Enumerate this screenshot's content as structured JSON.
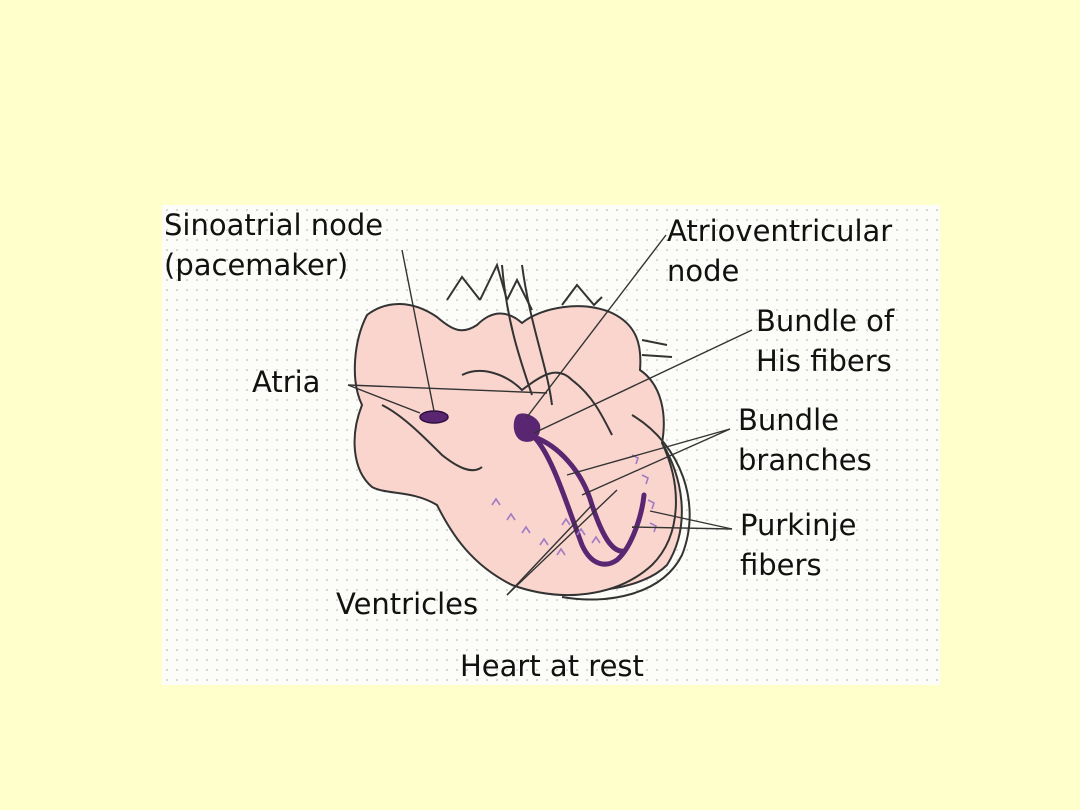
{
  "diagram": {
    "labels": {
      "sa_node_line1": "Sinoatrial node",
      "sa_node_line2": "(pacemaker)",
      "av_node_line1": "Atrioventricular",
      "av_node_line2": "node",
      "bundle_his_line1": "Bundle of",
      "bundle_his_line2": "His fibers",
      "atria": "Atria",
      "bundle_branches_line1": "Bundle",
      "bundle_branches_line2": "branches",
      "purkinje_line1": "Purkinje",
      "purkinje_line2": "fibers",
      "ventricles": "Ventricles"
    },
    "caption": "Heart at rest",
    "colors": {
      "slide_background": "#ffffcc",
      "heart_tissue": "#f9d5cd",
      "conduction_system": "#5a2672",
      "purkinje_fibers": "#a27bc4"
    }
  }
}
